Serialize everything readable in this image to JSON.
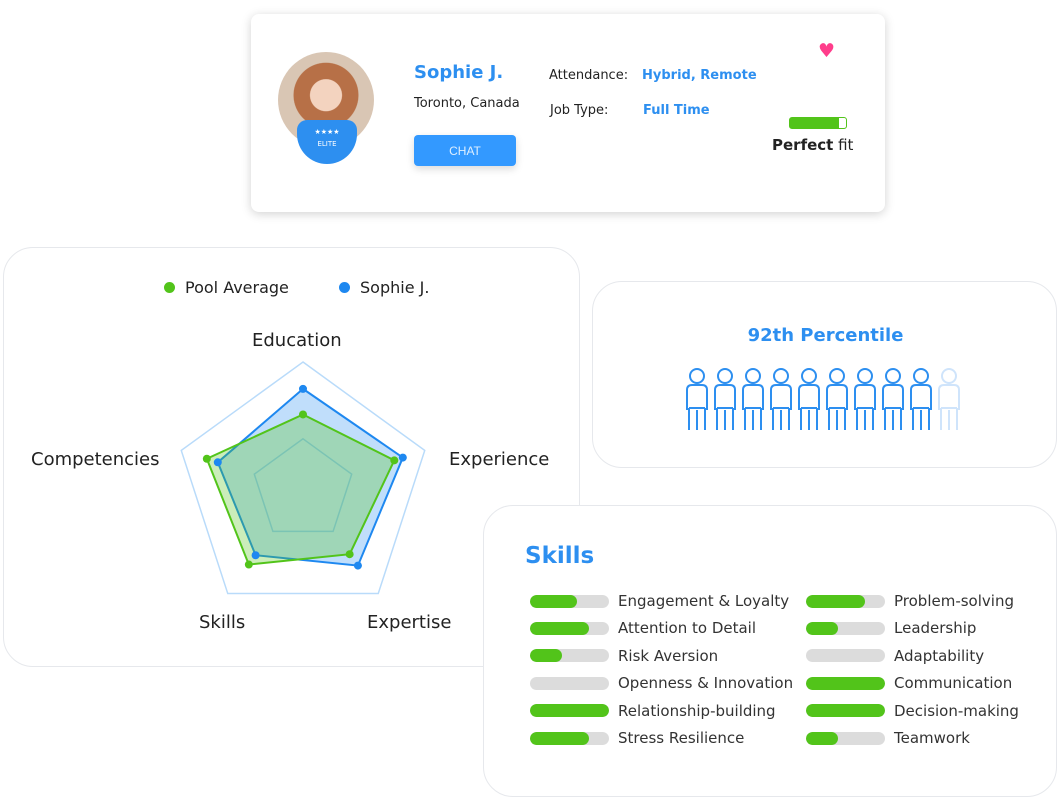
{
  "profile": {
    "name": "Sophie J.",
    "location": "Toronto, Canada",
    "badge": "ELITE",
    "chat_label": "CHAT",
    "attendance_label": "Attendance:",
    "attendance_value": "Hybrid, Remote",
    "job_type_label": "Job Type:",
    "job_type_value": "Full Time",
    "fit_level": 0.88,
    "fit_bold": "Perfect",
    "fit_rest": " fit",
    "favorite_icon": "heart-icon"
  },
  "chart_data": {
    "type": "radar",
    "axes": [
      "Education",
      "Experience",
      "Expertise",
      "Skills",
      "Competencies"
    ],
    "range": [
      0,
      100
    ],
    "grid": [
      40,
      100
    ],
    "legend_placement": "top",
    "series": [
      {
        "name": "Pool Average",
        "color": "#52c41a",
        "values": [
          59,
          75,
          62,
          72,
          79
        ]
      },
      {
        "name": "Sophie J.",
        "color": "#1e88f0",
        "values": [
          79,
          82,
          73,
          63,
          70
        ]
      }
    ]
  },
  "percentile": {
    "title": "92th Percentile",
    "total": 10,
    "highlighted": 9
  },
  "skills": {
    "title": "Skills",
    "items": [
      {
        "label": "Engagement & Loyalty",
        "level": 0.6
      },
      {
        "label": "Attention to Detail",
        "level": 0.75
      },
      {
        "label": "Risk Aversion",
        "level": 0.4
      },
      {
        "label": "Openness & Innovation",
        "level": 0
      },
      {
        "label": "Relationship-building",
        "level": 1
      },
      {
        "label": "Stress Resilience",
        "level": 0.75
      },
      {
        "label": "Problem-solving",
        "level": 0.75
      },
      {
        "label": "Leadership",
        "level": 0.4
      },
      {
        "label": "Adaptability",
        "level": 0
      },
      {
        "label": "Communication",
        "level": 1
      },
      {
        "label": "Decision-making",
        "level": 1
      },
      {
        "label": "Teamwork",
        "level": 0.4
      }
    ]
  }
}
